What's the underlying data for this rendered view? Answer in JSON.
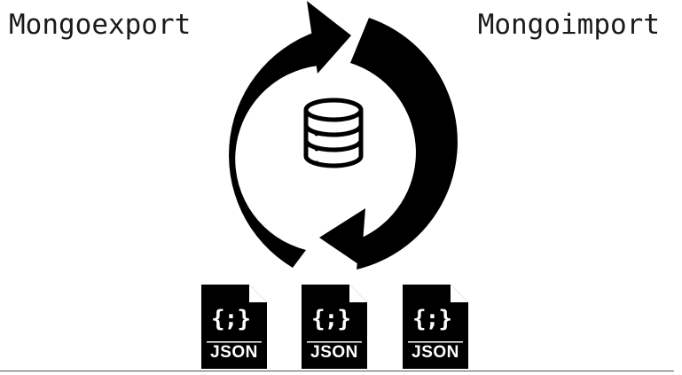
{
  "labels": {
    "export": "Mongoexport",
    "import": "Mongoimport"
  },
  "center_icon": "database-icon",
  "files": [
    {
      "icon": "json-file-icon",
      "symbol": "{;}",
      "label": "JSON"
    },
    {
      "icon": "json-file-icon",
      "symbol": "{;}",
      "label": "JSON"
    },
    {
      "icon": "json-file-icon",
      "symbol": "{;}",
      "label": "JSON"
    }
  ],
  "colors": {
    "ink": "#000000",
    "text": "#1a1a1a",
    "background": "#ffffff"
  }
}
